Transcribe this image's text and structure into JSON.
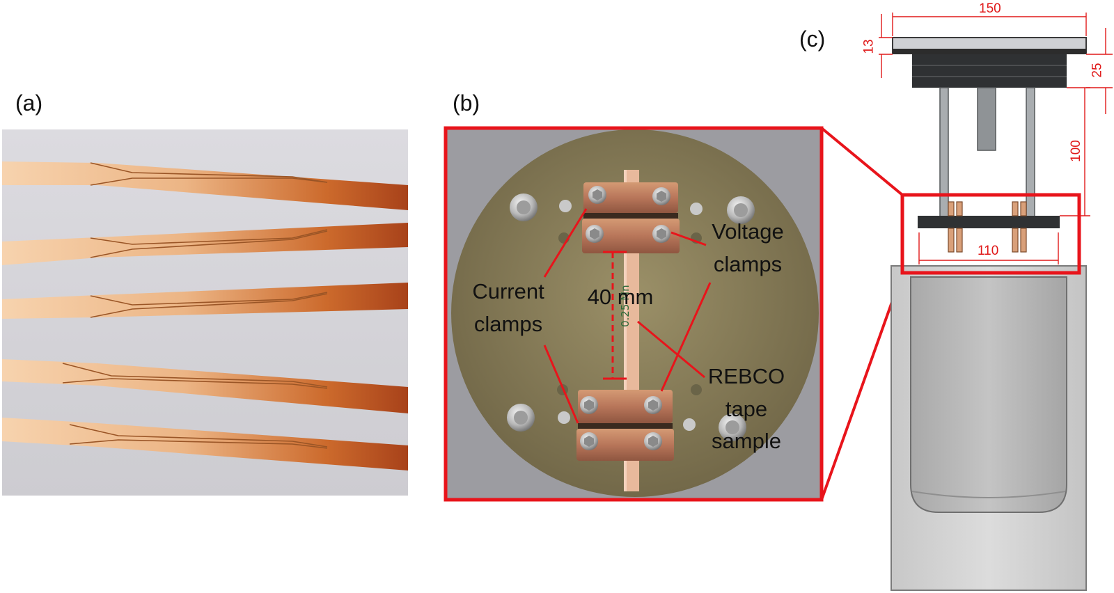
{
  "panels": {
    "a": "(a)",
    "b": "(b)",
    "c": "(c)"
  },
  "annotations": {
    "current_clamps": [
      "Current",
      "clamps"
    ],
    "voltage_clamps": [
      "Voltage",
      "clamps"
    ],
    "distance": "40 mm",
    "sample": [
      "REBCO",
      "tape",
      "sample"
    ],
    "tape_marking": "0.25 Mn"
  },
  "dimensions": {
    "top_width": "150",
    "plate_thickness": "13",
    "flange_height": "25",
    "rod_length": "100",
    "holder_width": "110"
  },
  "colors": {
    "highlight": "#e8141b",
    "copper_light": "#f3c9a0",
    "copper_dark": "#b8501c",
    "board": "#8a7e55",
    "dimension": "#e01919"
  }
}
